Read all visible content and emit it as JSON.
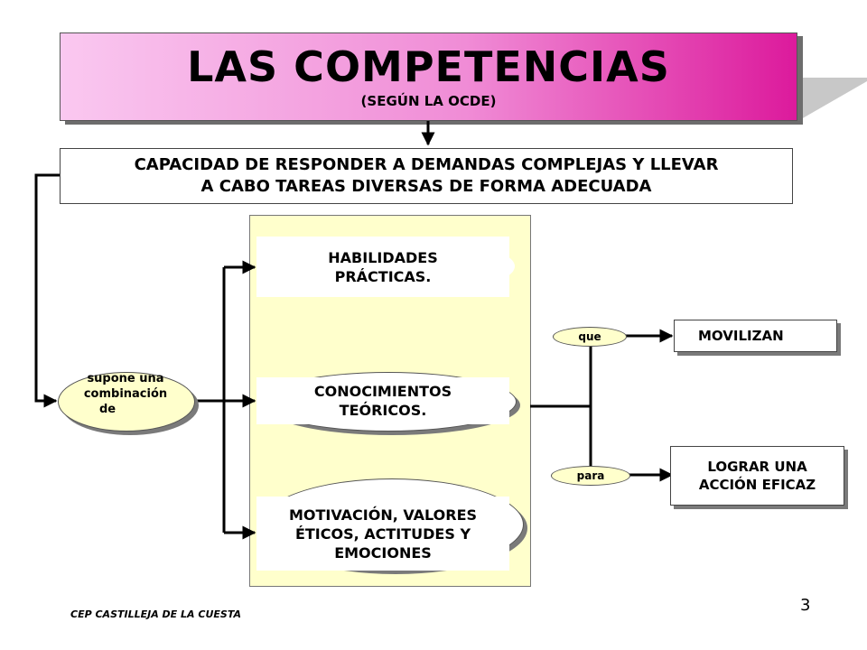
{
  "title": {
    "main": "LAS COMPETENCIAS",
    "subtitle": "(SEGÚN LA OCDE)"
  },
  "definition": {
    "line1": "CAPACIDAD DE RESPONDER A DEMANDAS COMPLEJAS Y LLEVAR",
    "line2": "A CABO TAREAS DIVERSAS DE FORMA ADECUADA"
  },
  "combination": {
    "line1": "supone una",
    "line2": "combinación",
    "line3": "de"
  },
  "components": [
    {
      "line1": "HABILIDADES",
      "line2": "PRÁCTICAS."
    },
    {
      "line1": "CONOCIMIENTOS",
      "line2": "TEÓRICOS."
    },
    {
      "line1": "MOTIVACIÓN, VALORES",
      "line2": "ÉTICOS, ACTITUDES Y",
      "line3": "EMOCIONES"
    }
  ],
  "connectors": {
    "que": "que",
    "para": "para"
  },
  "outcomes": {
    "mobilize": "MOVILIZAN",
    "achieve_line1": "LOGRAR UNA",
    "achieve_line2": "ACCIÓN EFICAZ"
  },
  "footer": {
    "organization": "CEP CASTILLEJA DE LA CUESTA",
    "page_number": "3"
  },
  "colors": {
    "title_gradient_start": "#fac8f0",
    "title_gradient_end": "#dc1a9c",
    "panel_fill": "#ffffcc",
    "shadow": "#6d6d6d"
  }
}
